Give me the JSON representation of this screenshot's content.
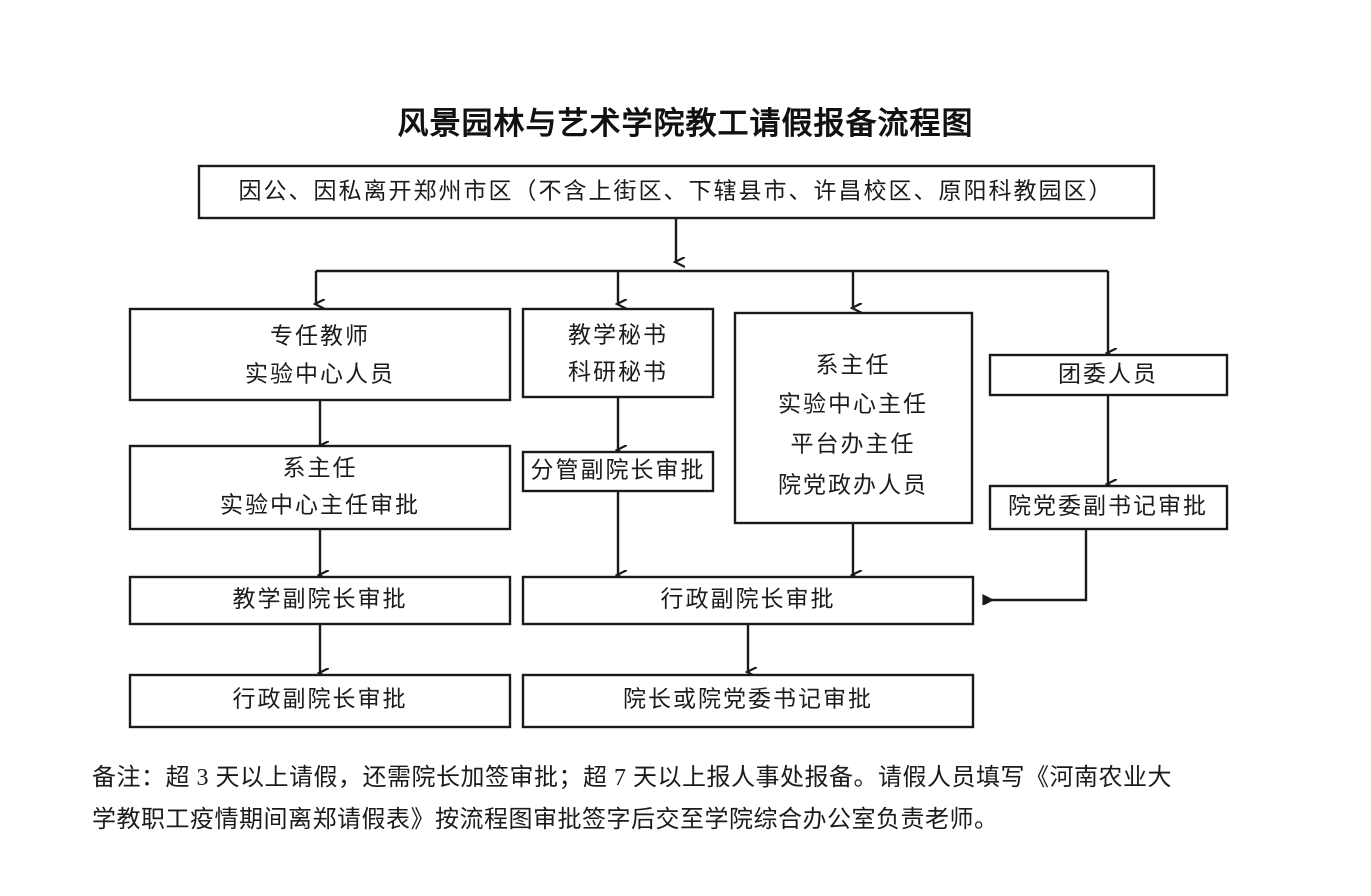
{
  "document": {
    "title": "风景园林与艺术学院教工请假报备流程图",
    "type": "flowchart"
  },
  "chart_data": {
    "type": "diagram",
    "title": "风景园林与艺术学院教工请假报备流程图",
    "nodes": [
      {
        "id": "start",
        "label": "因公、因私离开郑州市区（不含上街区、下辖县市、许昌校区、原阳科教园区）",
        "lines": [
          "因公、因私离开郑州市区（不含上街区、下辖县市、许昌校区、原阳科教园区）"
        ]
      },
      {
        "id": "col1_n1",
        "label": "专任教师 实验中心人员",
        "lines": [
          "专任教师",
          "实验中心人员"
        ]
      },
      {
        "id": "col1_n2",
        "label": "系主任 实验中心主任审批",
        "lines": [
          "系主任",
          "实验中心主任审批"
        ]
      },
      {
        "id": "col1_n3",
        "label": "教学副院长审批",
        "lines": [
          "教学副院长审批"
        ]
      },
      {
        "id": "col1_n4",
        "label": "行政副院长审批",
        "lines": [
          "行政副院长审批"
        ]
      },
      {
        "id": "col2_n1",
        "label": "教学秘书 科研秘书",
        "lines": [
          "教学秘书",
          "科研秘书"
        ]
      },
      {
        "id": "col2_n2",
        "label": "分管副院长审批",
        "lines": [
          "分管副院长审批"
        ]
      },
      {
        "id": "col3_n1",
        "label": "系主任 实验中心主任 平台办主任 院党政办人员",
        "lines": [
          "系主任",
          "实验中心主任",
          "平台办主任",
          "院党政办人员"
        ]
      },
      {
        "id": "col4_n1",
        "label": "团委人员",
        "lines": [
          "团委人员"
        ]
      },
      {
        "id": "col4_n2",
        "label": "院党委副书记审批",
        "lines": [
          "院党委副书记审批"
        ]
      },
      {
        "id": "merge_xz",
        "label": "行政副院长审批",
        "lines": [
          "行政副院长审批"
        ]
      },
      {
        "id": "merge_final",
        "label": "院长或院党委书记审批",
        "lines": [
          "院长或院党委书记审批"
        ]
      }
    ],
    "edges": [
      {
        "from": "start",
        "to": "col1_n1"
      },
      {
        "from": "start",
        "to": "col2_n1"
      },
      {
        "from": "start",
        "to": "col3_n1"
      },
      {
        "from": "start",
        "to": "col4_n1"
      },
      {
        "from": "col1_n1",
        "to": "col1_n2"
      },
      {
        "from": "col1_n2",
        "to": "col1_n3"
      },
      {
        "from": "col1_n3",
        "to": "col1_n4"
      },
      {
        "from": "col2_n1",
        "to": "col2_n2"
      },
      {
        "from": "col2_n2",
        "to": "merge_xz"
      },
      {
        "from": "col3_n1",
        "to": "merge_xz"
      },
      {
        "from": "col4_n1",
        "to": "col4_n2"
      },
      {
        "from": "col4_n2",
        "to": "merge_xz"
      },
      {
        "from": "merge_xz",
        "to": "merge_final"
      }
    ]
  },
  "note": {
    "line1": "备注：超 3 天以上请假，还需院长加签审批；超 7 天以上报人事处报备。请假人员填写《河南农业大",
    "line2": "学教职工疫情期间离郑请假表》按流程图审批签字后交至学院综合办公室负责老师。"
  },
  "colors": {
    "stroke": "#1a1a1a",
    "text": "#1b1b1b",
    "background": "#ffffff"
  }
}
